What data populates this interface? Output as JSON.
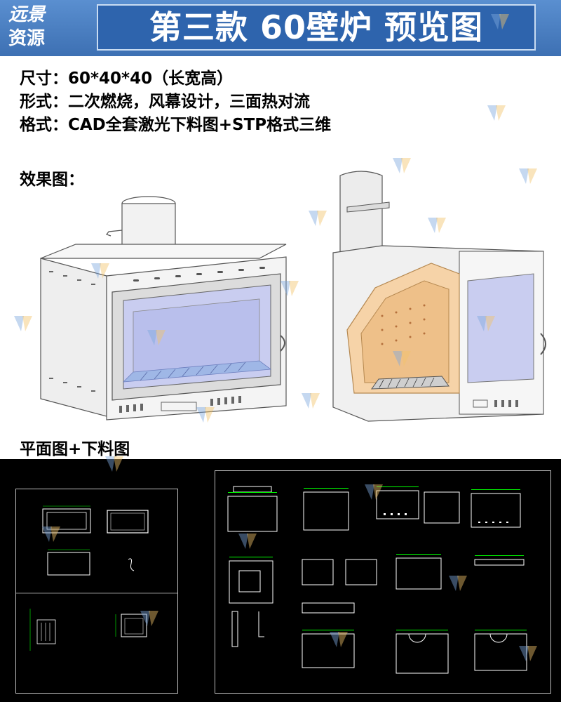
{
  "brand": {
    "line1": "远景",
    "line2": "资源"
  },
  "title": "第三款 60壁炉  预览图",
  "specs": {
    "size": "尺寸：60*40*40（长宽高）",
    "form": "形式：二次燃烧，风幕设计，三面热对流",
    "format": "格式：CAD全套激光下料图+STP格式三维"
  },
  "sections": {
    "render": "效果图：",
    "drawings": "平面图+下料图"
  },
  "watermark": "远景资源",
  "colors": {
    "header": "#3d70b3",
    "title_box": "#2e64ad",
    "cad_bg": "#000000",
    "cad_lines": "#ffffff",
    "dims": "#00ff00",
    "firebrick": "#f6d3a8",
    "glass": "#c9cdf0"
  }
}
